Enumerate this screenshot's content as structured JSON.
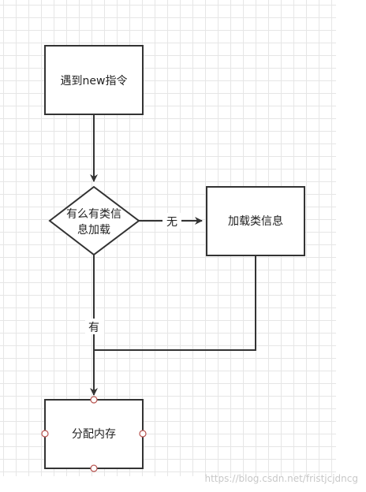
{
  "diagram": {
    "nodes": {
      "start": {
        "label": "遇到new指令"
      },
      "decision": {
        "line1": "有么有类信",
        "line2": "息加载"
      },
      "load": {
        "label": "加载类信息"
      },
      "alloc": {
        "label": "分配内存"
      }
    },
    "edges": {
      "no_label": "无",
      "yes_label": "有"
    }
  },
  "watermark": "https://blog.csdn.net/fristjcjdncg",
  "colors": {
    "stroke": "#333333",
    "grid": "#e6e6e6",
    "handle": "#b85450"
  }
}
